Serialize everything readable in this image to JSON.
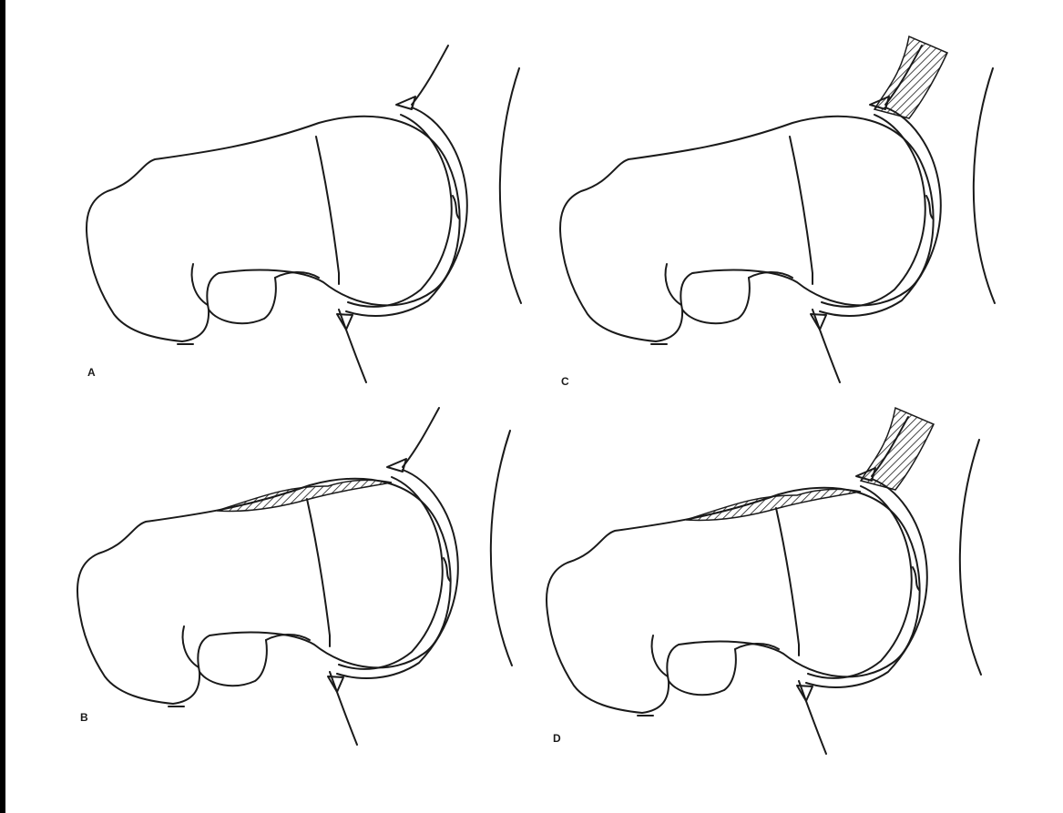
{
  "figure": {
    "colors": {
      "background": "#ffffff",
      "ink": "#1a1a1a",
      "border": "#000000"
    },
    "panels": [
      {
        "label": "A",
        "neck_hatching": false,
        "rim_hatching": false
      },
      {
        "label": "B",
        "neck_hatching": true,
        "rim_hatching": false
      },
      {
        "label": "C",
        "neck_hatching": false,
        "rim_hatching": true
      },
      {
        "label": "D",
        "neck_hatching": true,
        "rim_hatching": true
      }
    ]
  }
}
